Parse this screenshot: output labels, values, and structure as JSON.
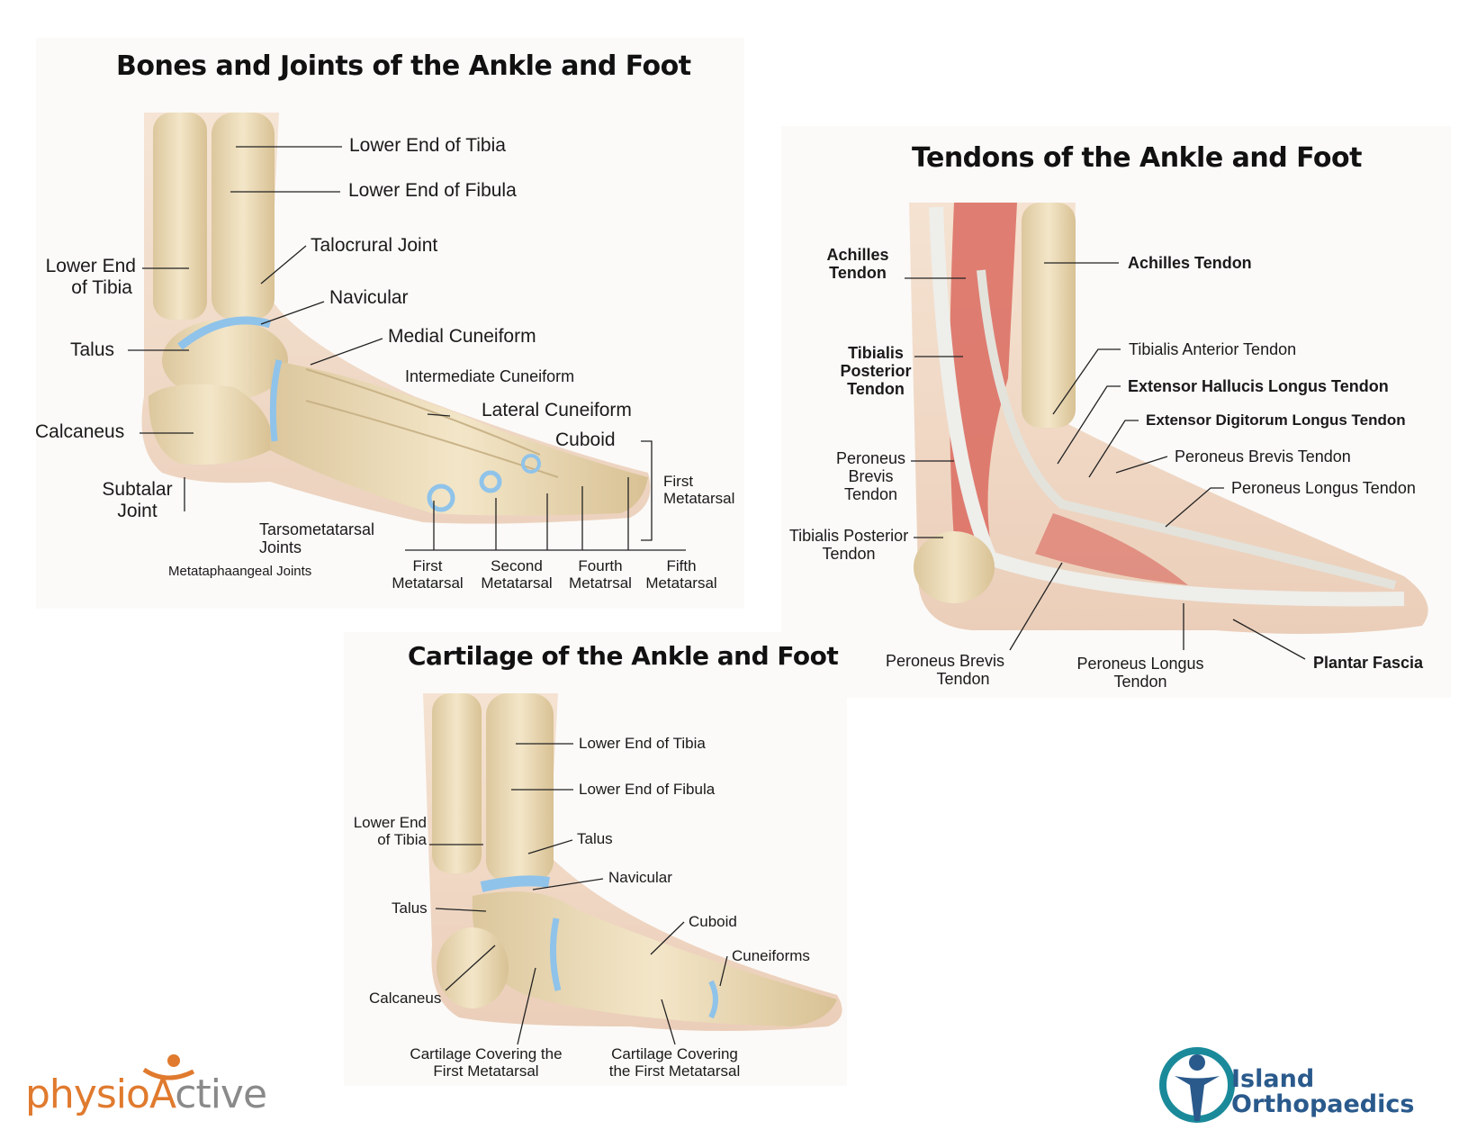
{
  "bones_panel": {
    "title": "Bones and Joints of the Ankle and Foot",
    "labels": {
      "lower_end_tibia": "Lower End of Tibia",
      "lower_end_fibula": "Lower End of Fibula",
      "talocrural_joint": "Talocrural Joint",
      "navicular": "Navicular",
      "medial_cuneiform": "Medial Cuneiform",
      "intermediate_cuneiform": "Intermediate Cuneiform",
      "lateral_cuneiform": "Lateral Cuneiform",
      "cuboid": "Cuboid",
      "first_metatarsal_right_1": "First",
      "first_metatarsal_right_2": "Metatarsal",
      "lower_end_tibia_left_1": "Lower End",
      "lower_end_tibia_left_2": "of Tibia",
      "talus": "Talus",
      "calcaneus": "Calcaneus",
      "subtalar_1": "Subtalar",
      "subtalar_2": "Joint",
      "tarsometatarsal_1": "Tarsometatarsal",
      "tarsometatarsal_2": "Joints",
      "metataphaangeal": "Metataphaangeal Joints",
      "first_metatarsal_1": "First",
      "first_metatarsal_2": "Metatarsal",
      "second_metatarsal_1": "Second",
      "second_metatarsal_2": "Metatarsal",
      "fourth_metatarsal_1": "Fourth",
      "fourth_metatarsal_2": "Metatrsal",
      "fifth_metatarsal_1": "Fifth",
      "fifth_metatarsal_2": "Metatarsal"
    }
  },
  "tendons_panel": {
    "title": "Tendons of the Ankle and Foot",
    "labels": {
      "achilles_left_1": "Achilles",
      "achilles_left_2": "Tendon",
      "achilles_right": "Achilles Tendon",
      "tibialis_posterior_1": "Tibialis",
      "tibialis_posterior_2": "Posterior",
      "tibialis_posterior_3": "Tendon",
      "tibialis_anterior": "Tibialis Anterior Tendon",
      "extensor_hallucis": "Extensor Hallucis Longus Tendon",
      "extensor_digitorum": "Extensor Digitorum Longus Tendon",
      "peroneus_brevis_right": "Peroneus Brevis Tendon",
      "peroneus_longus_right": "Peroneus Longus Tendon",
      "peroneus_brevis_left_1": "Peroneus",
      "peroneus_brevis_left_2": "Brevis",
      "peroneus_brevis_left_3": "Tendon",
      "tibialis_posterior_low_1": "Tibialis Posterior",
      "tibialis_posterior_low_2": "Tendon",
      "peroneus_brevis_bottom_1": "Peroneus Brevis",
      "peroneus_brevis_bottom_2": "Tendon",
      "peroneus_longus_bottom_1": "Peroneus Longus",
      "peroneus_longus_bottom_2": "Tendon",
      "plantar_fascia": "Plantar Fascia"
    }
  },
  "cartilage_panel": {
    "title": "Cartilage of the Ankle and Foot",
    "labels": {
      "lower_end_tibia": "Lower End of Tibia",
      "lower_end_fibula": "Lower End of Fibula",
      "lower_end_tibia_left_1": "Lower End",
      "lower_end_tibia_left_2": "of Tibia",
      "talus_right": "Talus",
      "navicular": "Navicular",
      "talus_left": "Talus",
      "cuboid": "Cuboid",
      "cuneiforms": "Cuneiforms",
      "calcaneus": "Calcaneus",
      "cartilage_first_a_1": "Cartilage Covering the",
      "cartilage_first_a_2": "First Metatarsal",
      "cartilage_first_b_1": "Cartilage Covering",
      "cartilage_first_b_2": "the First Metatarsal"
    }
  },
  "logos": {
    "physioactive_1": "physio",
    "physioactive_2": "ctive",
    "island_1": "Island",
    "island_2": "Orthopaedics"
  },
  "colors": {
    "bone": "#ecdcb8",
    "cartilage": "#8fc3ea",
    "muscle": "#d9645a",
    "tendon": "#eeeeea",
    "skin": "#e9c2a2",
    "physioactive_orange": "#e07a2e",
    "island_blue": "#2a5a8c",
    "island_teal": "#1a8a9a"
  }
}
